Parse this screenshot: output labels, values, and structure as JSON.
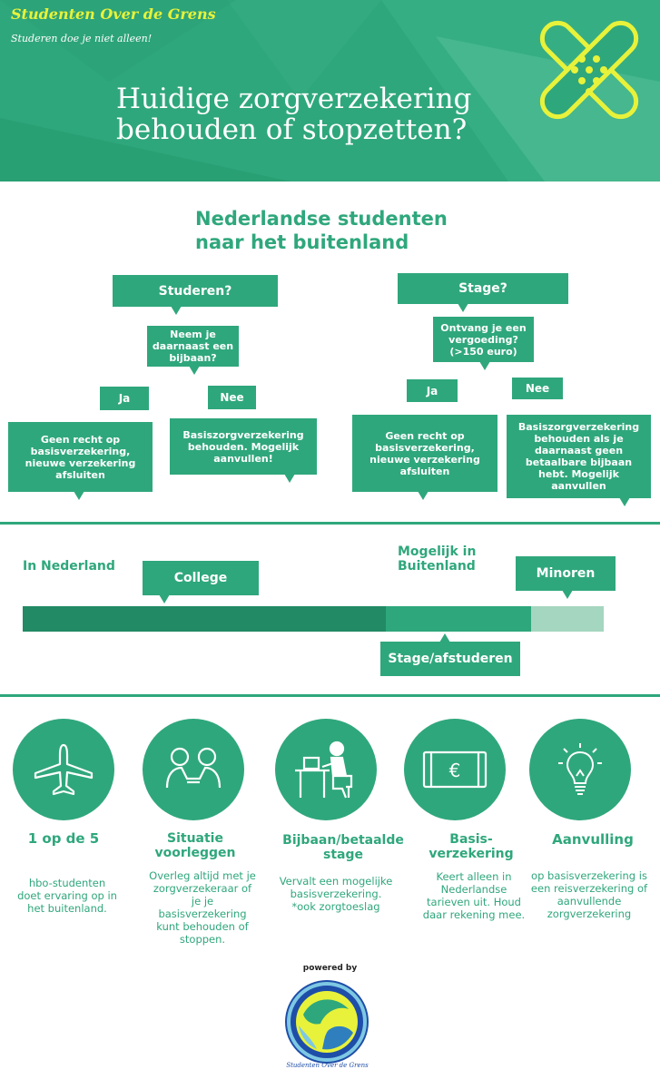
{
  "header": {
    "brand": "Studenten Over de Grens",
    "tagline": "Studeren doe je niet alleen!",
    "title": "Huidige zorgverzekering behouden of stopzetten?",
    "logo_icon": "bandage-cross-icon"
  },
  "section_title": "Nederlandse studenten naar het buitenland",
  "flow": {
    "study": {
      "label": "Studeren?",
      "question": "Neem je daarnaast een bijbaan?",
      "yes_label": "Ja",
      "no_label": "Nee",
      "yes_result": "Geen recht op basisverzekering, nieuwe verzekering afsluiten",
      "no_result": "Basiszorgverzekering behouden. Mogelijk aanvullen!"
    },
    "internship": {
      "label": "Stage?",
      "question": "Ontvang je een vergoeding? (>150 euro)",
      "yes_label": "Ja",
      "no_label": "Nee",
      "yes_result": "Geen recht op basisverzekering, nieuwe verzekering afsluiten",
      "no_result": "Basiszorgverzekering behouden als je daarnaast geen betaalbare bijbaan hebt. Mogelijk aanvullen"
    }
  },
  "timeline": {
    "in_nl": "In Nederland",
    "abroad": "Mogelijk in Buitenland",
    "college": "College",
    "minoren": "Minoren",
    "stage": "Stage/afstuderen",
    "colors": {
      "dark": "#228a65",
      "mid": "#2fa77c",
      "light": "#a5d6bf"
    }
  },
  "facts": [
    {
      "icon": "airplane-icon",
      "title": "1 op de 5",
      "desc": "hbo-studenten doet ervaring op in het buitenland."
    },
    {
      "icon": "people-talking-icon",
      "title": "Situatie voorleggen",
      "desc": "Overleg altijd met je zorgverzekeraar of je je basisverzekering kunt behouden of stoppen."
    },
    {
      "icon": "person-at-desk-icon",
      "title": "Bijbaan/betaalde stage",
      "desc": "Vervalt een mogelijke basisverzekering. *ook zorgtoeslag"
    },
    {
      "icon": "euro-banknote-icon",
      "title": "Basis-verzekering",
      "desc": "Keert alleen in Nederlandse tarieven uit. Houd daar rekening mee."
    },
    {
      "icon": "lightbulb-icon",
      "title": "Aanvulling",
      "desc": "op basisverzekering is een reisverzekering of aanvullende zorgverzekering"
    }
  ],
  "footer": {
    "powered_by": "powered by",
    "logo_text": "Studenten Over de Grens",
    "logo_icon": "globe-logo-icon"
  },
  "colors": {
    "primary": "#2fa77c",
    "accent_yellow": "#e8f23a"
  }
}
